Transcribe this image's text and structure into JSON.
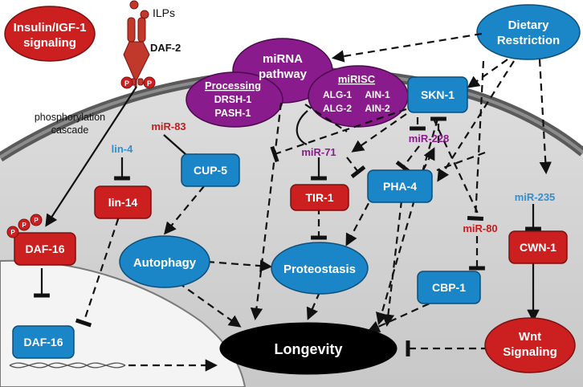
{
  "colors": {
    "cell": "#cfcfcf",
    "cell_border": "#6b6b6b",
    "blue": "#1a86c8",
    "red": "#cc1f1f",
    "purple": "#8a1b8c",
    "black": "#000000",
    "blue_text": "#2e8fd1",
    "red_text": "#c41d1d",
    "purple_text": "#8a1b8c"
  },
  "nodes": {
    "insulin": {
      "line1": "Insulin/IGF-1",
      "line2": "signaling"
    },
    "ilps": "ILPs",
    "daf2": "DAF-2",
    "phospho": {
      "line1": "phosphorylation",
      "line2": "cascade"
    },
    "p": "P",
    "mirna": {
      "line1": "miRNA",
      "line2": "pathway"
    },
    "processing": {
      "title": "Processing",
      "line1": "DRSH-1",
      "line2": "PASH-1"
    },
    "mirisc": {
      "title": "miRISC",
      "a1": "ALG-1",
      "a2": "AIN-1",
      "b1": "ALG-2",
      "b2": "AIN-2"
    },
    "dietary": {
      "line1": "Dietary",
      "line2": "Restriction"
    },
    "skn1": "SKN-1",
    "mir228": "miR-228",
    "mir71": "miR-71",
    "mir83": "miR-83",
    "lin4": "lin-4",
    "lin14": "lin-14",
    "cup5": "CUP-5",
    "tir1": "TIR-1",
    "pha4": "PHA-4",
    "mir235": "miR-235",
    "mir80": "miR-80",
    "cwn1": "CWN-1",
    "daf16": "DAF-16",
    "daf16_nuc": "DAF-16",
    "autophagy": "Autophagy",
    "proteostasis": "Proteostasis",
    "cbp1": "CBP-1",
    "longevity": "Longevity",
    "wnt": {
      "line1": "Wnt",
      "line2": "Signaling"
    }
  }
}
